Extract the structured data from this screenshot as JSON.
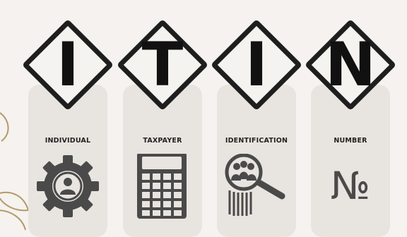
{
  "letters": [
    "I",
    "T",
    "I",
    "N"
  ],
  "words": [
    "INDIVIDUAL",
    "TAXPAYER",
    "IDENTIFICATION",
    "NUMBER"
  ],
  "number_sign": "№",
  "icons": [
    "gear-person-icon",
    "calculator-icon",
    "magnifier-people-icon",
    "numero-sign-icon"
  ],
  "colors": {
    "background": "#f5f2ef",
    "panel": "#e8e4df",
    "diamond_fill": "#f4f3ef",
    "diamond_border": "#1e1e1e",
    "icon": "#4a4a4a",
    "accent": "#b39a6a"
  }
}
